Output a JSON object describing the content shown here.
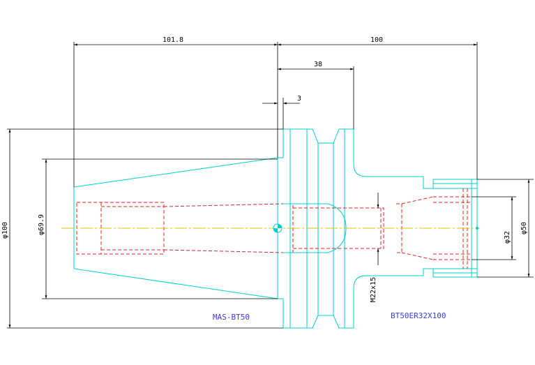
{
  "drawing": {
    "colors": {
      "outline": "#00cccc",
      "hidden": "#e02020",
      "centerline": "#e0c000",
      "dimension": "#000000",
      "label": "#3b3bd9"
    },
    "dimensions": {
      "taper_length": "101.8",
      "overall_length": "100",
      "flange_to_groove": "38",
      "flange_offset": "3",
      "flange_diameter": "φ100",
      "taper_diameter": "φ69.9",
      "thread": "M22x15",
      "nut_diameter": "φ50",
      "collet_bore": "φ32"
    },
    "labels": {
      "shank_standard": "MAS-BT50",
      "part_number": "BT50ER32X100"
    }
  }
}
